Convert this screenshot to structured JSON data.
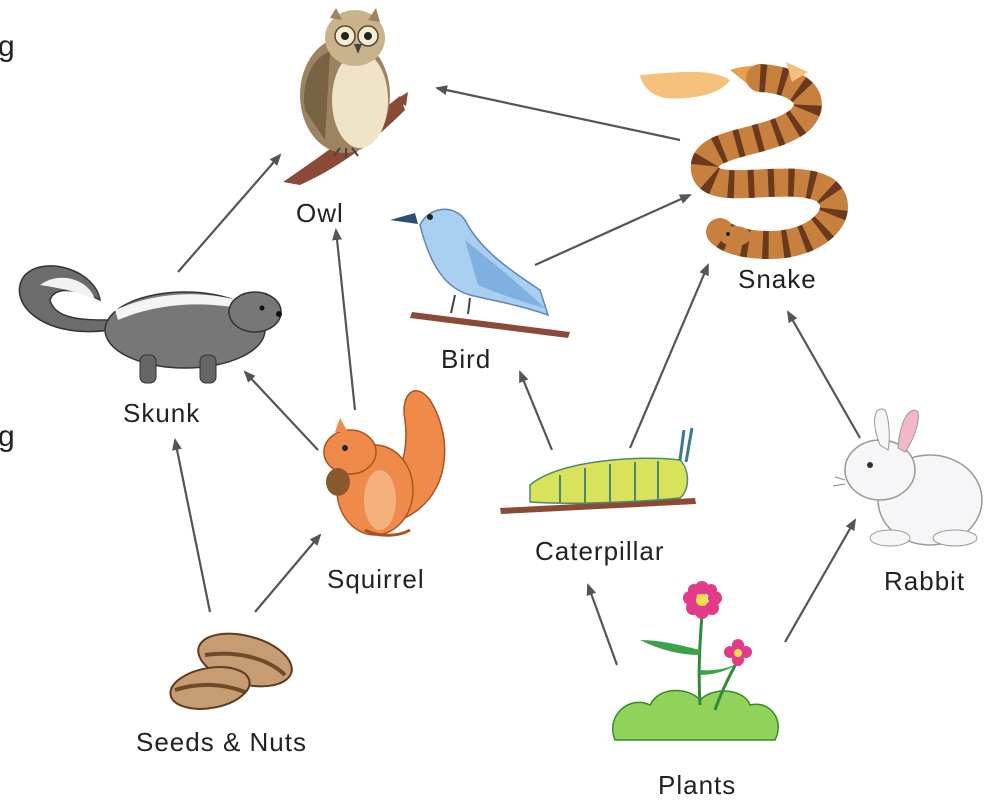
{
  "nodes": {
    "owl": {
      "label": "Owl"
    },
    "snake": {
      "label": "Snake"
    },
    "bird": {
      "label": "Bird"
    },
    "skunk": {
      "label": "Skunk"
    },
    "squirrel": {
      "label": "Squirrel"
    },
    "caterpillar": {
      "label": "Caterpillar"
    },
    "rabbit": {
      "label": "Rabbit"
    },
    "seeds": {
      "label": "Seeds & Nuts"
    },
    "plants": {
      "label": "Plants"
    }
  },
  "edges": [
    {
      "from": "seeds",
      "to": "skunk"
    },
    {
      "from": "seeds",
      "to": "squirrel"
    },
    {
      "from": "squirrel",
      "to": "skunk"
    },
    {
      "from": "squirrel",
      "to": "owl"
    },
    {
      "from": "skunk",
      "to": "owl"
    },
    {
      "from": "snake",
      "to": "owl"
    },
    {
      "from": "bird",
      "to": "snake"
    },
    {
      "from": "caterpillar",
      "to": "bird"
    },
    {
      "from": "caterpillar",
      "to": "snake"
    },
    {
      "from": "plants",
      "to": "caterpillar"
    },
    {
      "from": "plants",
      "to": "rabbit"
    },
    {
      "from": "rabbit",
      "to": "snake"
    }
  ],
  "cropped_text": {
    "top": "g",
    "middle": "g"
  },
  "colors": {
    "arrow": "#555555",
    "text": "#222222"
  }
}
